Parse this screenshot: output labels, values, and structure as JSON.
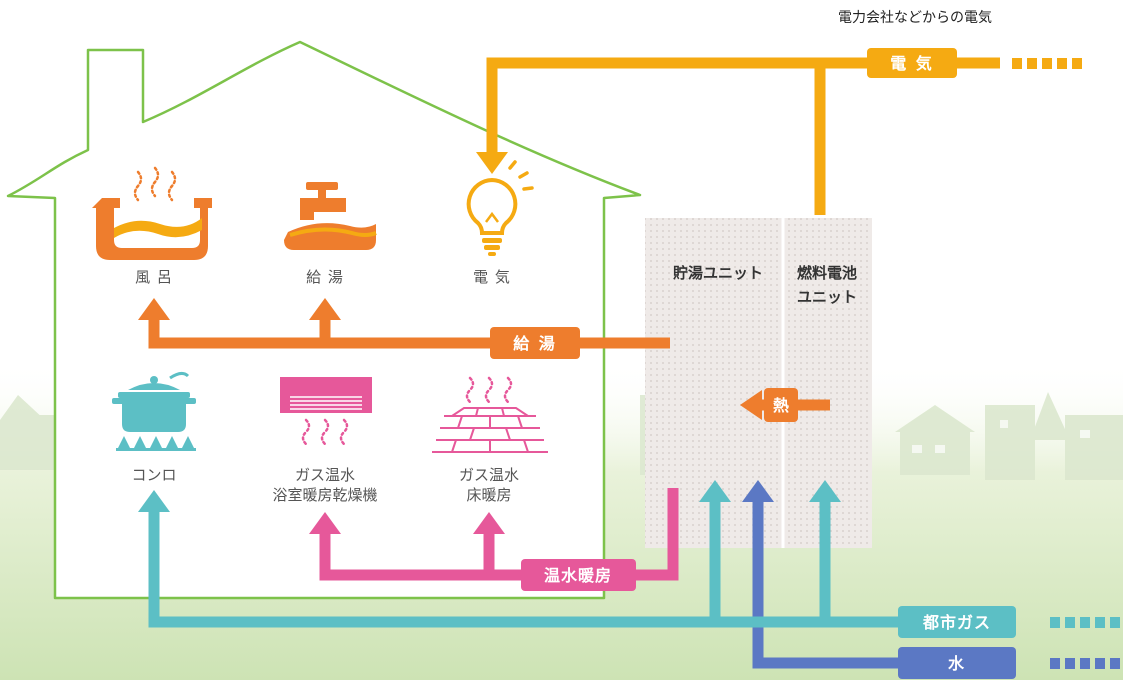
{
  "source_label": "電力会社などからの電気",
  "tags": {
    "electricity": "電 気",
    "hot_water": "給 湯",
    "heat": "熱",
    "hydronic_heating": "温水暖房",
    "city_gas": "都市ガス",
    "water": "水"
  },
  "rooms": {
    "bath": "風 呂",
    "hot_water_supply": "給 湯",
    "electricity": "電 気",
    "stove": "コンロ",
    "bath_dryer_line1": "ガス温水",
    "bath_dryer_line2": "浴室暖房乾燥機",
    "floor_heating_line1": "ガス温水",
    "floor_heating_line2": "床暖房"
  },
  "units": {
    "storage": "貯湯ユニット",
    "fuel_cell_line1": "燃料電池",
    "fuel_cell_line2": "ユニット"
  },
  "colors": {
    "electricity": "#f5aa12",
    "hot_water": "#ee7d2d",
    "hydronic_heating": "#e6589a",
    "city_gas": "#5cbfc5",
    "water": "#5b78c4",
    "house_outline": "#7dc24a"
  },
  "icons": [
    "bathtub-icon",
    "faucet-icon",
    "light-bulb-icon",
    "cooking-pot-icon",
    "bath-dryer-icon",
    "floor-heating-icon"
  ]
}
